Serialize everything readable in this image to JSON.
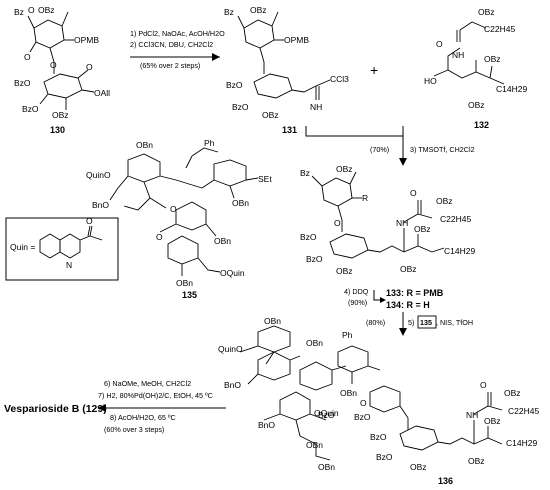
{
  "compounds": {
    "c130": "130",
    "c131": "131",
    "c132": "132",
    "c133_line": "133: R = PMB",
    "c134_line": "134: R = H",
    "c135": "135",
    "c136": "136",
    "product": "Vesparioside B (129)"
  },
  "labels": {
    "obz": "OBz",
    "bz": "Bz",
    "bzo": "BzO",
    "bzO": "BzO",
    "opmb": "OPMB",
    "oall": "OAll",
    "obn": "OBn",
    "bno": "BnO",
    "quino": "QuinO",
    "oquin": "OQuin",
    "set": "SEt",
    "ph": "Ph",
    "o": "O",
    "oh_o": "O",
    "ho": "HO",
    "nh": "NH",
    "r": "R",
    "ccl3": "CCl3",
    "c22h45": "C22H45",
    "c14h29": "C14H29",
    "quin_eq": "Quin =",
    "n": "N"
  },
  "arrows": {
    "a1": {
      "step1": "1) PdCl2, NaOAc, AcOH/H2O",
      "step2": "2) CCl3CN, DBU, CH2Cl2",
      "yield": "(65% over 2 steps)"
    },
    "a2": {
      "yield": "(70%)",
      "step3": "3) TMSOTf, CH2Cl2"
    },
    "a3": {
      "step4": "4) DDQ",
      "yield4": "(90%)",
      "yield5": "(80%)",
      "step5_prefix": "5)",
      "step5_box": "135",
      "step5_suffix": ", NIS, TfOH"
    },
    "a4": {
      "step6": "6) NaOMe, MeOH, CH2Cl2",
      "step7": "7) H2, 80%Pd(OH)2/C, EtOH, 45 ºC",
      "step8": "8) AcOH/H2O, 65 ºC",
      "yield": "(60% over 3 steps)"
    }
  },
  "plus": "+"
}
